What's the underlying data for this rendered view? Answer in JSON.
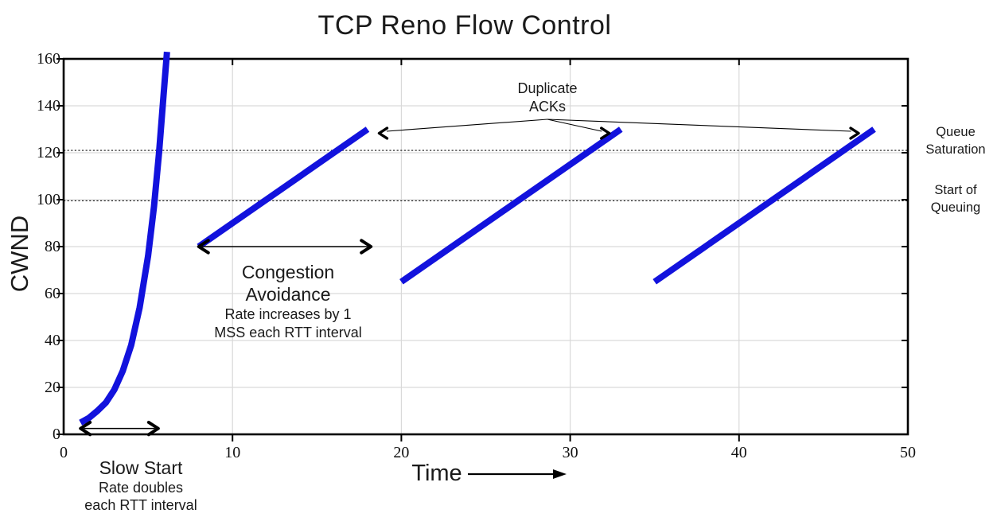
{
  "page": {
    "background": "#ffffff"
  },
  "chart_data": {
    "type": "line",
    "title": "TCP Reno Flow Control",
    "xlabel": "Time",
    "ylabel": "CWND",
    "xlim": [
      0,
      50
    ],
    "ylim": [
      0,
      160
    ],
    "xticks": [
      0,
      10,
      20,
      30,
      40,
      50
    ],
    "yticks": [
      0,
      20,
      40,
      60,
      80,
      100,
      120,
      140,
      160
    ],
    "grid": true,
    "legend": "none",
    "colors": {
      "line": "#1212dd",
      "grid": "#d9d9d9",
      "axis": "#000000",
      "dashed": "#111111",
      "text": "#1a1a1a"
    },
    "series": [
      {
        "name": "slow-start",
        "points": [
          [
            1,
            5
          ],
          [
            1.5,
            7
          ],
          [
            2,
            10
          ],
          [
            2.5,
            13.5
          ],
          [
            3,
            19
          ],
          [
            3.5,
            27
          ],
          [
            4,
            38
          ],
          [
            4.5,
            54
          ],
          [
            5,
            76
          ],
          [
            5.35,
            97
          ],
          [
            5.65,
            120
          ],
          [
            5.9,
            143
          ],
          [
            6.12,
            163
          ]
        ]
      },
      {
        "name": "congestion-avoidance-1",
        "points": [
          [
            8,
            80
          ],
          [
            18,
            130
          ]
        ]
      },
      {
        "name": "congestion-avoidance-2",
        "points": [
          [
            20,
            65
          ],
          [
            33,
            130
          ]
        ]
      },
      {
        "name": "congestion-avoidance-3",
        "points": [
          [
            35,
            65
          ],
          [
            48,
            130
          ]
        ]
      }
    ],
    "reference_lines": [
      {
        "name": "queue-saturation",
        "y": 121,
        "label_line1": "Queue",
        "label_line2": "Saturation"
      },
      {
        "name": "start-of-queuing",
        "y": 99.5,
        "label_line1": "Start of",
        "label_line2": "Queuing"
      }
    ],
    "annotations": {
      "duplicate_acks": {
        "line1": "Duplicate",
        "line2": "ACKs"
      },
      "slow_start": {
        "title": "Slow Start",
        "desc_line1": "Rate doubles",
        "desc_line2": "each RTT interval",
        "arrow_x": [
          1,
          5.6
        ],
        "arrow_y": 2.5
      },
      "congestion_avoidance": {
        "title_line1": "Congestion",
        "title_line2": "Avoidance",
        "desc_line1": "Rate increases by 1",
        "desc_line2": "MSS each RTT interval",
        "arrow_x": [
          8,
          18.2
        ],
        "arrow_y": 80
      }
    }
  }
}
